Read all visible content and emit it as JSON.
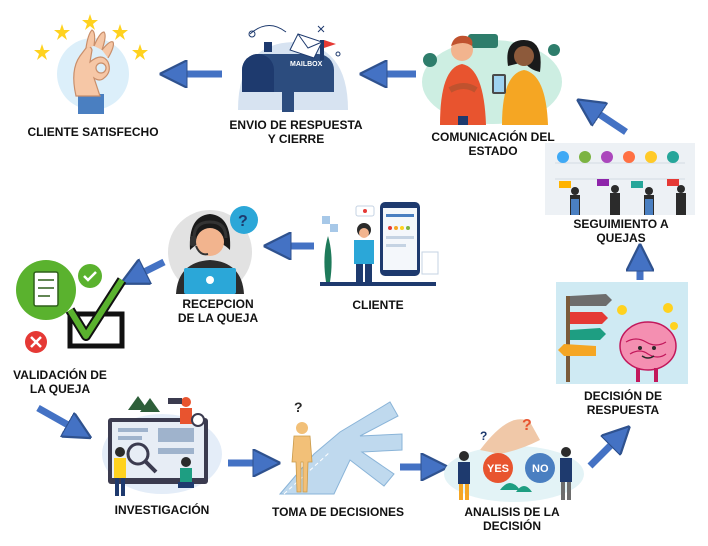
{
  "steps": [
    {
      "id": "cliente",
      "label": "CLIENTE"
    },
    {
      "id": "recepcion",
      "label": "RECEPCION\nDE LA QUEJA"
    },
    {
      "id": "validacion",
      "label": "VALIDACIÓN DE\nLA QUEJA"
    },
    {
      "id": "investigacion",
      "label": "INVESTIGACIÓN"
    },
    {
      "id": "toma",
      "label": "TOMA DE DECISIONES"
    },
    {
      "id": "analisis",
      "label": "ANALISIS DE LA\nDECISIÓN"
    },
    {
      "id": "decision",
      "label": "DECISIÓN DE\nRESPUESTA"
    },
    {
      "id": "seguimiento",
      "label": "SEGUIMIENTO A\nQUEJAS"
    },
    {
      "id": "comunicacion",
      "label": "COMUNICACIÓN DEL\nESTADO"
    },
    {
      "id": "envio",
      "label": "ENVIO DE RESPUESTA\nY CIERRE"
    },
    {
      "id": "satisfecho",
      "label": "CLIENTE SATISFECHO"
    }
  ],
  "illustration_text": {
    "mailbox": "MAILBOX",
    "yes": "YES",
    "no": "NO"
  },
  "colors": {
    "arrow": "#4472C4",
    "arrow_edge": "#2F528F",
    "check_green": "#5AB22E",
    "error_red": "#E53935",
    "star_gold": "#FFD21F"
  }
}
